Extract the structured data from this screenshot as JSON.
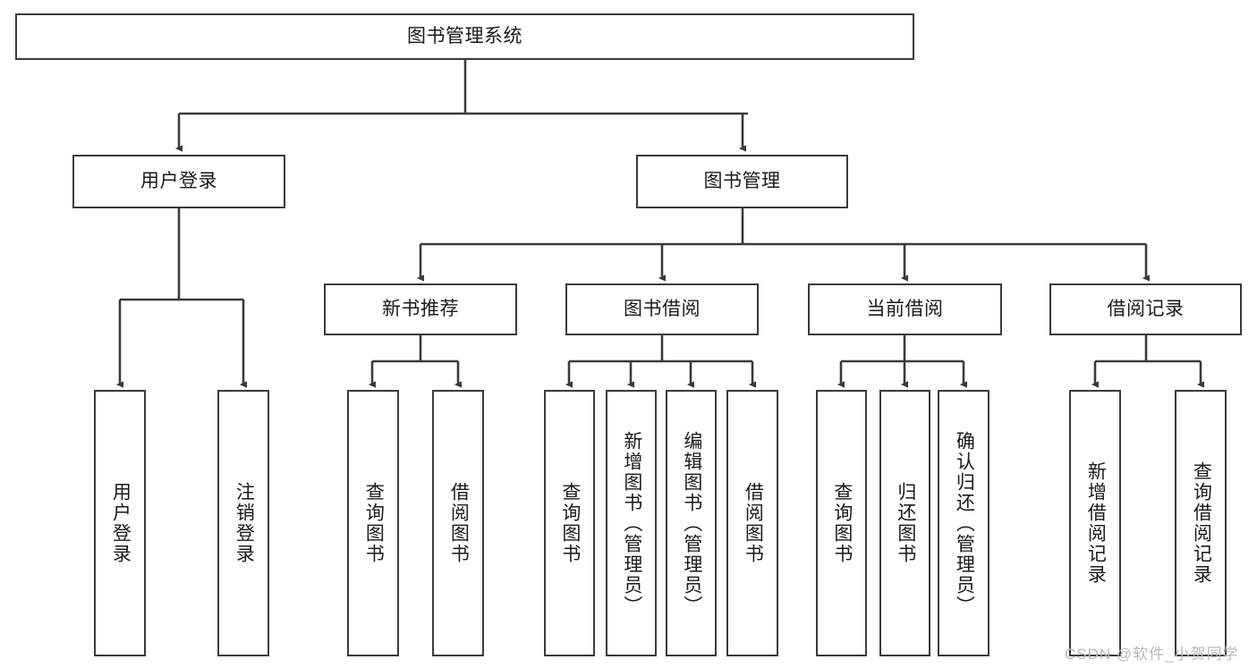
{
  "diagram": {
    "title": "图书管理系统",
    "type": "tree-hierarchy",
    "watermark": "CSDN @软件_小贺同学",
    "colors": {
      "stroke": "#3a3a3a",
      "fill": "#ffffff",
      "text": "#1a1a1a",
      "watermark": "#b9b9b9"
    },
    "root": {
      "label": "图书管理系统"
    },
    "level2": [
      {
        "label": "用户登录"
      },
      {
        "label": "图书管理"
      }
    ],
    "level3": [
      {
        "label": "新书推荐"
      },
      {
        "label": "图书借阅"
      },
      {
        "label": "当前借阅"
      },
      {
        "label": "借阅记录"
      }
    ],
    "leaves": {
      "user_login": [
        {
          "label": "用户登录"
        },
        {
          "label": "注销登录"
        }
      ],
      "new_books": [
        {
          "label": "查询图书"
        },
        {
          "label": "借阅图书"
        }
      ],
      "book_borrow": [
        {
          "label": "查询图书"
        },
        {
          "label": "新增图书（管理员）"
        },
        {
          "label": "编辑图书（管理员）"
        },
        {
          "label": "借阅图书"
        }
      ],
      "current_borrow": [
        {
          "label": "查询图书"
        },
        {
          "label": "归还图书"
        },
        {
          "label": "确认归还（管理员）"
        }
      ],
      "borrow_records": [
        {
          "label": "新增借阅记录"
        },
        {
          "label": "查询借阅记录"
        }
      ]
    }
  }
}
